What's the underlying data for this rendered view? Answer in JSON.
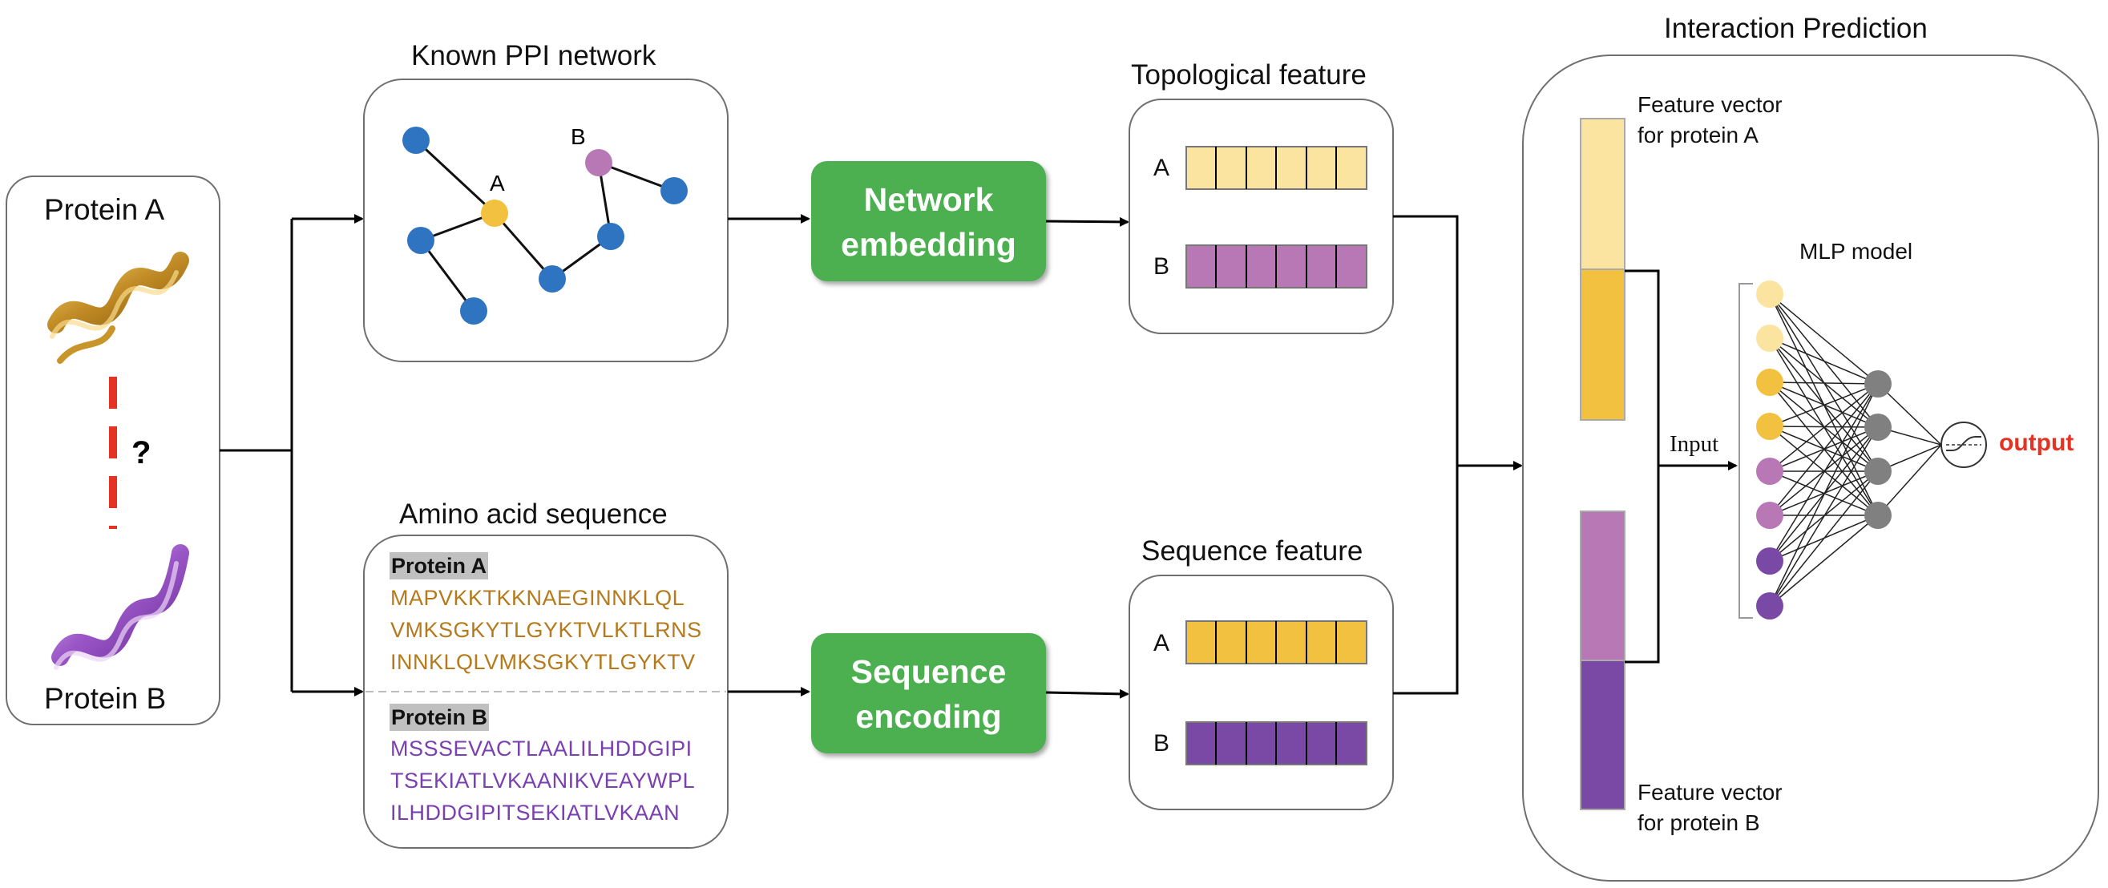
{
  "protein_box": {
    "label_a": "Protein A",
    "label_b": "Protein B",
    "question_mark": "?"
  },
  "ppi_network": {
    "title": "Known PPI network",
    "node_a_label": "A",
    "node_b_label": "B"
  },
  "amino_acid": {
    "title": "Amino acid sequence",
    "protein_a_header": "Protein A",
    "protein_a_lines": [
      "MAPVKKTKKNAEGINNKLQL",
      "VMKSGKYTLGYKTVLKTLRNS",
      "INNKLQLVMKSGKYTLGYKTV"
    ],
    "protein_b_header": "Protein B",
    "protein_b_lines": [
      "MSSSEVACTLAALILHDDGIPI",
      "TSEKIATLVKAANIKVEAYWPL",
      "ILHDDGIPITSEKIATLVKAAN"
    ]
  },
  "buttons": {
    "network_embedding_line1": "Network",
    "network_embedding_line2": "embedding",
    "sequence_encoding_line1": "Sequence",
    "sequence_encoding_line2": "encoding"
  },
  "topological": {
    "title": "Topological feature",
    "row_a": "A",
    "row_b": "B"
  },
  "sequence_feature": {
    "title": "Sequence feature",
    "row_a": "A",
    "row_b": "B"
  },
  "prediction": {
    "title": "Interaction Prediction",
    "vector_a_line1": "Feature vector",
    "vector_a_line2": "for protein A",
    "vector_b_line1": "Feature vector",
    "vector_b_line2": "for protein B",
    "input_label": "Input",
    "mlp_label": "MLP model",
    "output_label": "output"
  },
  "colors": {
    "light_yellow": "#fbe3a0",
    "yellow": "#f3c140",
    "light_purple": "#b877b5",
    "purple": "#7a49a6",
    "node_blue": "#2f74c0",
    "node_gray": "#808080",
    "button_green": "#4caf50",
    "output_red": "#e53323",
    "dashed_red": "#e53323",
    "gold_text": "#b47a1c",
    "purple_text": "#7a3fb0"
  }
}
